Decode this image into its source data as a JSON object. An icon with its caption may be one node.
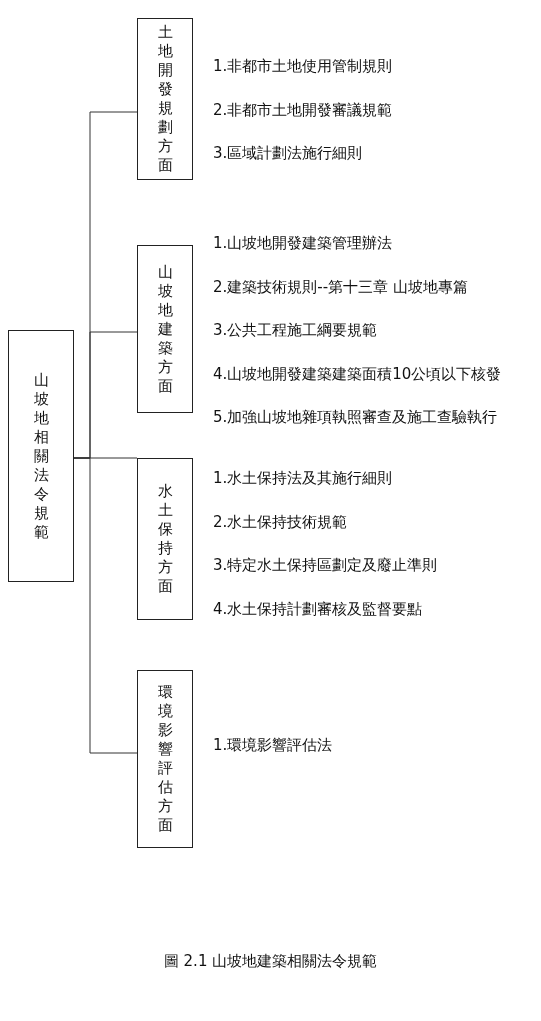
{
  "diagram": {
    "caption": "圖 2.1 山坡地建築相關法令規範",
    "nodes": [
      {
        "text": [
          "山坡地相關法令規範"
        ]
      },
      {
        "text": [
          "土地開發規劃方面"
        ],
        "beside": [
          "1.非都市土地使用管制規則",
          "2.非都市土地開發審議規範",
          "3.區域計劃法施行細則"
        ]
      },
      {
        "text": [
          "山坡地建築方面"
        ],
        "beside": [
          "1.山坡地開發建築管理辦法",
          "2.建築技術規則--第十三章 山坡地專篇",
          "3.公共工程施工綱要規範",
          "4.山坡地開發建築建築面積10公頃以下核發",
          "5.加強山坡地雜項執照審查及施工查驗執行"
        ]
      },
      {
        "text": [
          "水土保持方面"
        ],
        "beside": [
          "1.水土保持法及其施行細則",
          "2.水土保持技術規範",
          "3.特定水土保持區劃定及廢止準則",
          "4.水土保持計劃審核及監督要點"
        ]
      },
      {
        "text": [
          "環境影響評估方面"
        ],
        "beside": [
          "1.環境影響評估法"
        ]
      }
    ],
    "edges": [
      {
        "from": 0,
        "to": 1,
        "arrow": "none"
      },
      {
        "from": 0,
        "to": 2,
        "arrow": "none"
      },
      {
        "from": 0,
        "to": 3,
        "arrow": "none"
      },
      {
        "from": 0,
        "to": 4,
        "arrow": "none"
      }
    ]
  }
}
